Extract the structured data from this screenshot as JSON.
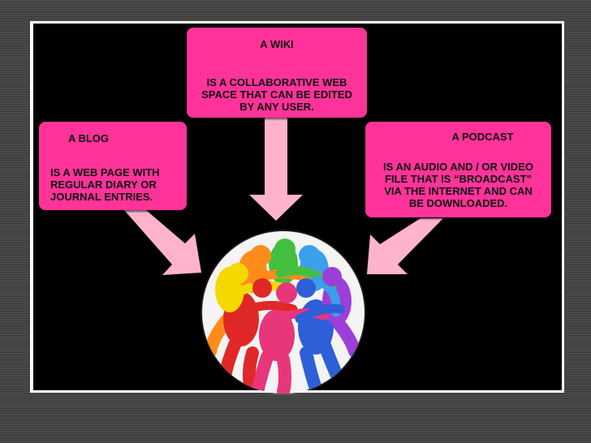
{
  "boxes": {
    "wiki": {
      "title": "A WIKI",
      "description": "IS A COLLABORATIVE WEB\nSPACE THAT CAN BE EDITED\nBY ANY USER."
    },
    "blog": {
      "title": "A BLOG",
      "description": "IS A WEB PAGE WITH\nREGULAR DIARY OR\n JOURNAL ENTRIES."
    },
    "podcast": {
      "title": "A PODCAST",
      "description": "IS AN AUDIO AND / OR VIDEO\nFILE THAT IS “BROADCAST”\nVIA THE INTERNET AND CAN\nBE DOWNLOADED."
    }
  },
  "colors": {
    "box_fill": "#ff3399",
    "arrow_fill": "#ffb3cc",
    "slide_background": "#000000"
  },
  "central_image": {
    "icon": "people-circle-icon",
    "figure_colors": [
      "#f5d800",
      "#ff8c1a",
      "#e8367a",
      "#43c040",
      "#3aa0e8",
      "#9b3fd8",
      "#2d5fd8",
      "#e02828"
    ]
  }
}
